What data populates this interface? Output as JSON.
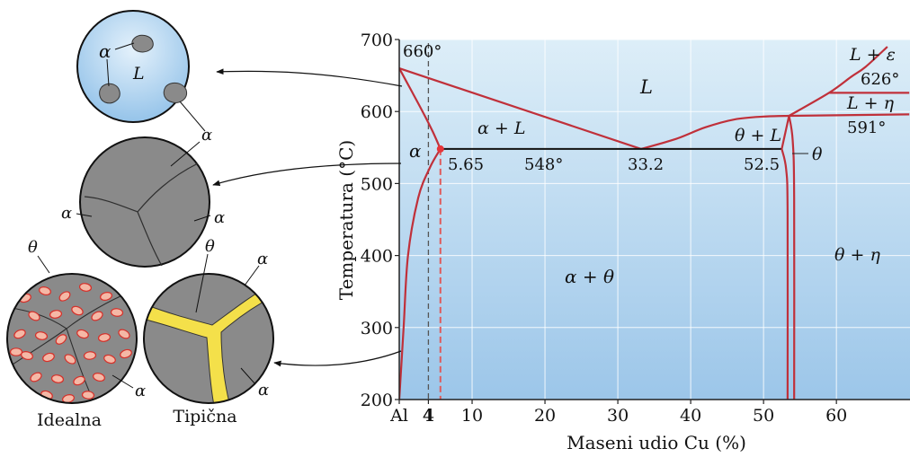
{
  "chart_data": {
    "type": "line",
    "title": "",
    "xlabel": "Maseni udio Cu (%)",
    "ylabel": "Temperatura (°C)",
    "xlim": [
      0,
      70
    ],
    "ylim": [
      200,
      700
    ],
    "x_ticks": [
      "Al",
      "4",
      "10",
      "20",
      "30",
      "40",
      "50",
      "60"
    ],
    "x_tick_values": [
      0,
      4,
      10,
      20,
      30,
      40,
      50,
      60
    ],
    "y_ticks": [
      200,
      300,
      400,
      500,
      600,
      700
    ],
    "grid": true,
    "series": [
      {
        "points": [
          [
            0,
            660
          ],
          [
            33.2,
            548
          ]
        ]
      },
      {
        "points": [
          [
            33.2,
            548
          ],
          [
            38,
            562
          ],
          [
            42,
            578
          ],
          [
            46,
            589
          ],
          [
            50,
            593
          ],
          [
            53.5,
            594
          ]
        ]
      },
      {
        "points": [
          [
            53.5,
            594
          ],
          [
            59,
            626
          ],
          [
            62,
            648
          ],
          [
            64,
            662
          ],
          [
            67,
            690
          ]
        ]
      },
      {
        "points": [
          [
            53.5,
            594
          ],
          [
            70,
            596
          ]
        ]
      },
      {
        "points": [
          [
            59,
            626
          ],
          [
            70,
            626
          ]
        ]
      },
      {
        "points": [
          [
            0,
            660
          ],
          [
            1.5,
            632
          ],
          [
            3.2,
            600
          ],
          [
            4.6,
            572
          ],
          [
            5.65,
            548
          ]
        ]
      },
      {
        "points": [
          [
            5.65,
            548
          ],
          [
            52.5,
            548
          ]
        ]
      },
      {
        "points": [
          [
            0,
            200
          ],
          [
            0.6,
            300
          ],
          [
            1.2,
            400
          ],
          [
            2.6,
            480
          ],
          [
            4.2,
            522
          ],
          [
            5.65,
            548
          ]
        ]
      },
      {
        "points": [
          [
            52.5,
            548
          ],
          [
            53.5,
            594
          ]
        ]
      },
      {
        "points": [
          [
            52.5,
            548
          ],
          [
            53.1,
            520
          ],
          [
            53.3,
            460
          ],
          [
            53.3,
            200
          ]
        ]
      },
      {
        "points": [
          [
            53.5,
            594
          ],
          [
            54,
            560
          ],
          [
            54.2,
            480
          ],
          [
            54.2,
            200
          ]
        ]
      }
    ],
    "dashed_guides": [
      {
        "x": 4,
        "ymin": 200,
        "ymax": 695,
        "color": "#555"
      },
      {
        "x": 5.65,
        "ymin": 200,
        "ymax": 548,
        "color": "#e05a5a"
      }
    ],
    "highlight_point": {
      "x": 5.65,
      "y": 548
    },
    "phase_labels": {
      "L": "L",
      "a_L": "α + L",
      "a": "α",
      "a_theta": "α + θ",
      "theta_L": "θ + L",
      "theta": "θ",
      "theta_eta": "θ + η",
      "L_eps": "L + ε",
      "L_eta": "L + η"
    },
    "annotations": {
      "t660": "660°",
      "c565": "5.65",
      "t548": "548°",
      "c332": "33.2",
      "c525": "52.5",
      "t626": "626°",
      "t591": "591°"
    }
  },
  "micro": {
    "liquid": {
      "alpha": "α",
      "L": "L"
    },
    "solid": {
      "alpha_top": "α",
      "alpha_left": "α",
      "alpha_right": "α"
    },
    "ideal": {
      "theta": "θ",
      "alpha": "α",
      "caption": "Idealna"
    },
    "typical": {
      "theta": "θ",
      "alpha_top": "α",
      "alpha_bottom": "α",
      "caption": "Tipična"
    }
  },
  "colors": {
    "curve": "#c0303a",
    "plot_top": "#ddeef8",
    "plot_bottom": "#9cc6e9",
    "gray_grain": "#8a8a8a",
    "precip_fill": "#f5b8a6",
    "boundary_phase": "#f4e04a"
  }
}
